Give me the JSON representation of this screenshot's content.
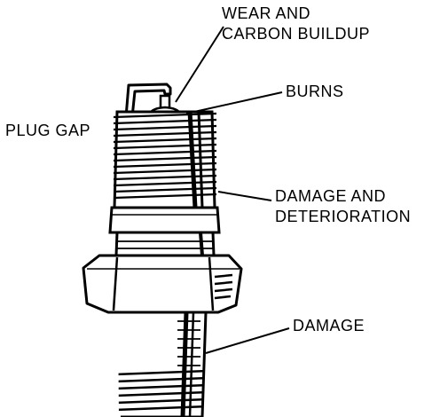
{
  "diagram": {
    "labels": {
      "wear_line1": "WEAR AND",
      "wear_line2": "CARBON BUILDUP",
      "burns": "BURNS",
      "plug_gap": "PLUG GAP",
      "damage_deterioration_line1": "DAMAGE AND",
      "damage_deterioration_line2": "DETERIORATION",
      "damage": "DAMAGE"
    },
    "colors": {
      "ink": "#000000",
      "paper": "#ffffff"
    }
  }
}
